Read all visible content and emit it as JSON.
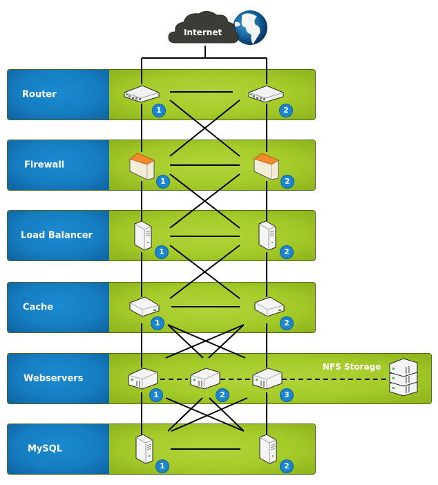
{
  "diagram": {
    "title": "Network architecture",
    "internet": {
      "label": "Internet",
      "icon": "cloud-icon",
      "globe_icon": "globe-icon"
    },
    "colors": {
      "tier_label_bg": "#1680c4",
      "tier_body_bg": "#a8cc2e",
      "badge_bg": "#1a86cf",
      "wire": "#000000"
    },
    "tiers": [
      {
        "name": "Router",
        "device_icon": "router-icon",
        "nodes": [
          "1",
          "2"
        ]
      },
      {
        "name": "Firewall",
        "device_icon": "firewall-icon",
        "nodes": [
          "1",
          "2"
        ]
      },
      {
        "name": "Load Balancer",
        "device_icon": "server-tower-icon",
        "nodes": [
          "1",
          "2"
        ]
      },
      {
        "name": "Cache",
        "device_icon": "cache-box-icon",
        "nodes": [
          "1",
          "2"
        ]
      },
      {
        "name": "Webservers",
        "device_icon": "server-icon",
        "nodes": [
          "1",
          "2",
          "3"
        ]
      },
      {
        "name": "MySQL",
        "device_icon": "server-tower-icon",
        "nodes": [
          "1",
          "2"
        ]
      }
    ],
    "nfs": {
      "label": "NFS Storage",
      "icon": "storage-stack-icon"
    }
  }
}
